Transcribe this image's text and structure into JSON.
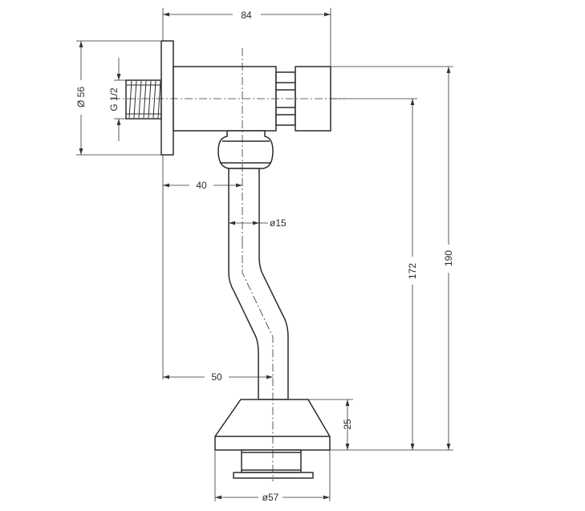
{
  "drawing": {
    "colors": {
      "line": "#2b2b2b",
      "background": "#ffffff"
    },
    "dimensions": {
      "overall_width": "84",
      "wall_plate_diameter": "Ø 56",
      "thread": "G 1/2",
      "offset_top": "40",
      "pipe_diameter": "ø15",
      "offset_bottom": "50",
      "height_to_cone": "172",
      "overall_height": "190",
      "cone_height": "25",
      "base_diameter": "ø57"
    }
  }
}
